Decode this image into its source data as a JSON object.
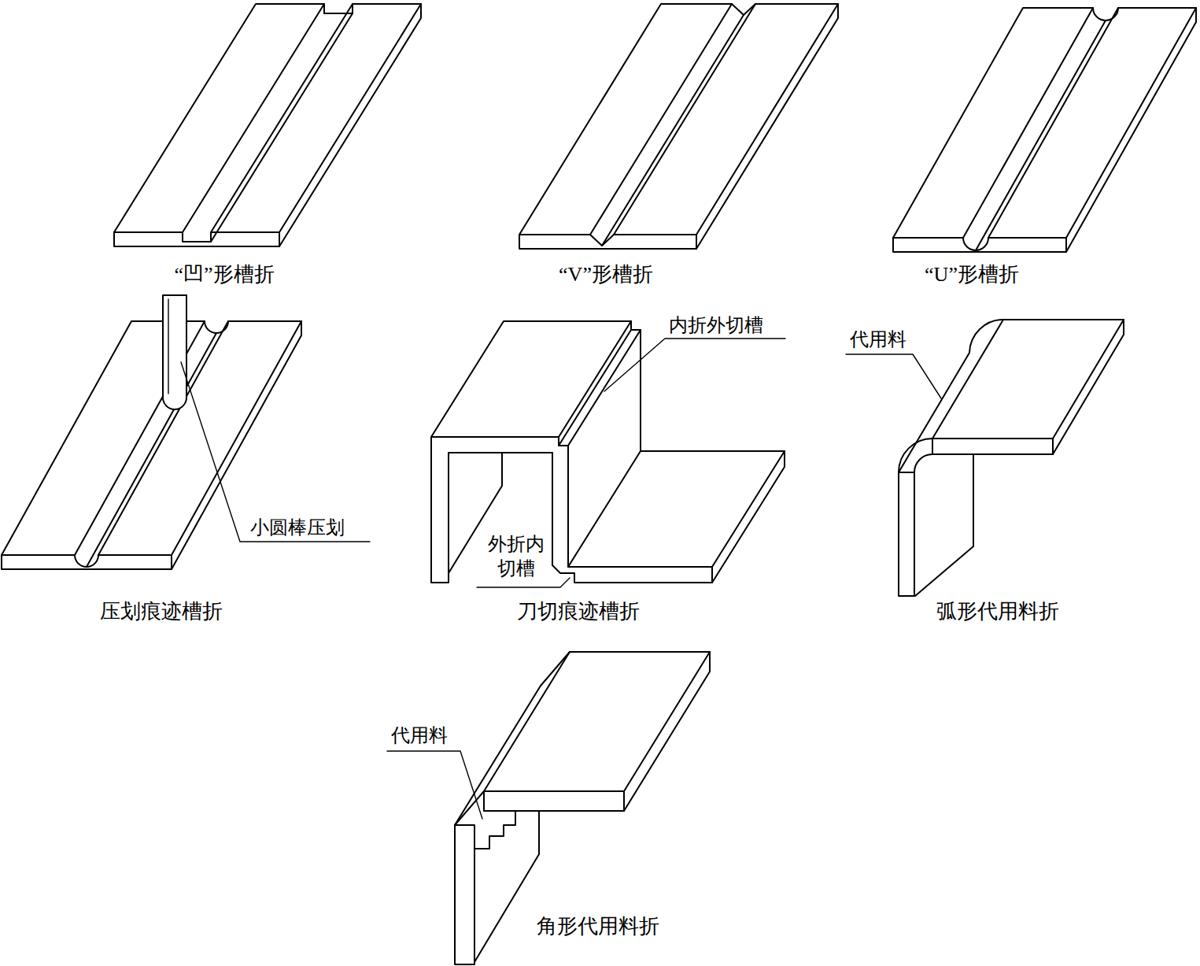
{
  "diagram": {
    "labels": [
      "“凹”形槽折",
      "“V”形槽折",
      "“U”形槽折",
      "内折外切槽",
      "代用料",
      "小圆棒压划",
      "外折内 切槽",
      "压划痕迹槽折",
      "刀切痕迹槽折",
      "弧形代用料折",
      "代用料",
      "角形代用料折"
    ]
  }
}
